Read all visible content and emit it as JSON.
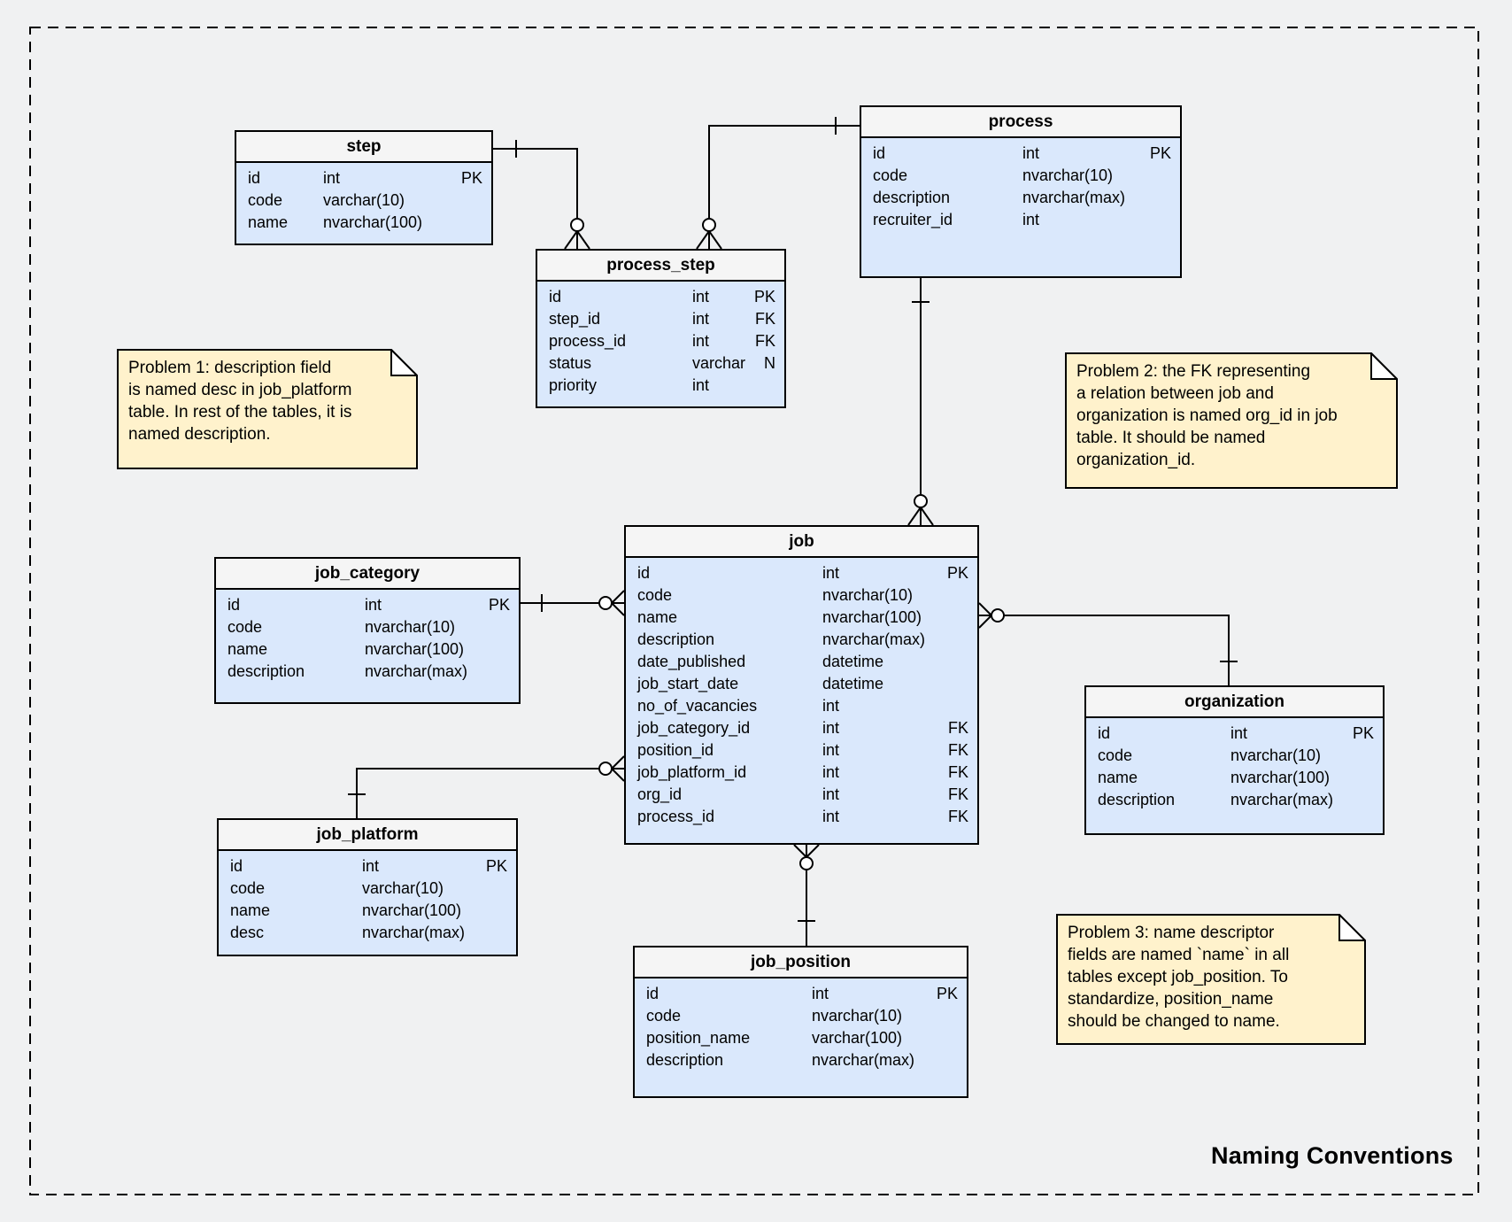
{
  "diagram_title": "Naming Conventions",
  "colors": {
    "background": "#f0f1f2",
    "table_header_fill": "#f5f5f5",
    "table_body_fill": "#dae8fc",
    "shape_border": "#000000",
    "note_fill": "#fff2cc"
  },
  "tables": [
    {
      "name": "step",
      "fields": [
        {
          "name": "id",
          "type": "int",
          "key": "PK"
        },
        {
          "name": "code",
          "type": "varchar(10)",
          "key": ""
        },
        {
          "name": "name",
          "type": "nvarchar(100)",
          "key": ""
        }
      ]
    },
    {
      "name": "process",
      "fields": [
        {
          "name": "id",
          "type": "int",
          "key": "PK"
        },
        {
          "name": "code",
          "type": "nvarchar(10)",
          "key": ""
        },
        {
          "name": "description",
          "type": "nvarchar(max)",
          "key": ""
        },
        {
          "name": "recruiter_id",
          "type": "int",
          "key": ""
        }
      ]
    },
    {
      "name": "process_step",
      "fields": [
        {
          "name": "id",
          "type": "int",
          "key": "PK"
        },
        {
          "name": "step_id",
          "type": "int",
          "key": "FK"
        },
        {
          "name": "process_id",
          "type": "int",
          "key": "FK"
        },
        {
          "name": "status",
          "type": "varchar",
          "key": "N"
        },
        {
          "name": "priority",
          "type": "int",
          "key": ""
        }
      ]
    },
    {
      "name": "job_category",
      "fields": [
        {
          "name": "id",
          "type": "int",
          "key": "PK"
        },
        {
          "name": "code",
          "type": "nvarchar(10)",
          "key": ""
        },
        {
          "name": "name",
          "type": "nvarchar(100)",
          "key": ""
        },
        {
          "name": "description",
          "type": "nvarchar(max)",
          "key": ""
        }
      ]
    },
    {
      "name": "job",
      "fields": [
        {
          "name": "id",
          "type": "int",
          "key": "PK"
        },
        {
          "name": "code",
          "type": "nvarchar(10)",
          "key": ""
        },
        {
          "name": "name",
          "type": "nvarchar(100)",
          "key": ""
        },
        {
          "name": "description",
          "type": "nvarchar(max)",
          "key": ""
        },
        {
          "name": "date_published",
          "type": "datetime",
          "key": ""
        },
        {
          "name": "job_start_date",
          "type": "datetime",
          "key": ""
        },
        {
          "name": "no_of_vacancies",
          "type": "int",
          "key": ""
        },
        {
          "name": "job_category_id",
          "type": "int",
          "key": "FK"
        },
        {
          "name": "position_id",
          "type": "int",
          "key": "FK"
        },
        {
          "name": "job_platform_id",
          "type": "int",
          "key": "FK"
        },
        {
          "name": "org_id",
          "type": "int",
          "key": "FK"
        },
        {
          "name": "process_id",
          "type": "int",
          "key": "FK"
        }
      ]
    },
    {
      "name": "organization",
      "fields": [
        {
          "name": "id",
          "type": "int",
          "key": "PK"
        },
        {
          "name": "code",
          "type": "nvarchar(10)",
          "key": ""
        },
        {
          "name": "name",
          "type": "nvarchar(100)",
          "key": ""
        },
        {
          "name": "description",
          "type": "nvarchar(max)",
          "key": ""
        }
      ]
    },
    {
      "name": "job_platform",
      "fields": [
        {
          "name": "id",
          "type": "int",
          "key": "PK"
        },
        {
          "name": "code",
          "type": "varchar(10)",
          "key": ""
        },
        {
          "name": "name",
          "type": "nvarchar(100)",
          "key": ""
        },
        {
          "name": "desc",
          "type": "nvarchar(max)",
          "key": ""
        }
      ]
    },
    {
      "name": "job_position",
      "fields": [
        {
          "name": "id",
          "type": "int",
          "key": "PK"
        },
        {
          "name": "code",
          "type": "nvarchar(10)",
          "key": ""
        },
        {
          "name": "position_name",
          "type": "varchar(100)",
          "key": ""
        },
        {
          "name": "description",
          "type": "nvarchar(max)",
          "key": ""
        }
      ]
    }
  ],
  "notes": [
    {
      "label": "problem-1",
      "text": "Problem 1: description field\nis named desc in job_platform\ntable. In rest of the tables, it is\nnamed description."
    },
    {
      "label": "problem-2",
      "text": "Problem 2: the FK representing\na relation between job and\norganization is named org_id in job\ntable. It should be named\norganization_id."
    },
    {
      "label": "problem-3",
      "text": "Problem 3: name descriptor\nfields are named `name` in all\ntables except job_position. To\nstandardize, position_name\nshould be changed to name."
    }
  ],
  "relationships": [
    {
      "from": "step",
      "to": "process_step",
      "from_cardinality": "one",
      "to_cardinality": "zero-or-many"
    },
    {
      "from": "process",
      "to": "process_step",
      "from_cardinality": "one",
      "to_cardinality": "zero-or-many"
    },
    {
      "from": "process",
      "to": "job",
      "from_cardinality": "one",
      "to_cardinality": "zero-or-many"
    },
    {
      "from": "job_category",
      "to": "job",
      "from_cardinality": "one",
      "to_cardinality": "zero-or-many"
    },
    {
      "from": "job_platform",
      "to": "job",
      "from_cardinality": "one",
      "to_cardinality": "zero-or-many"
    },
    {
      "from": "organization",
      "to": "job",
      "from_cardinality": "one",
      "to_cardinality": "zero-or-many"
    },
    {
      "from": "job_position",
      "to": "job",
      "from_cardinality": "one",
      "to_cardinality": "zero-or-many"
    }
  ]
}
